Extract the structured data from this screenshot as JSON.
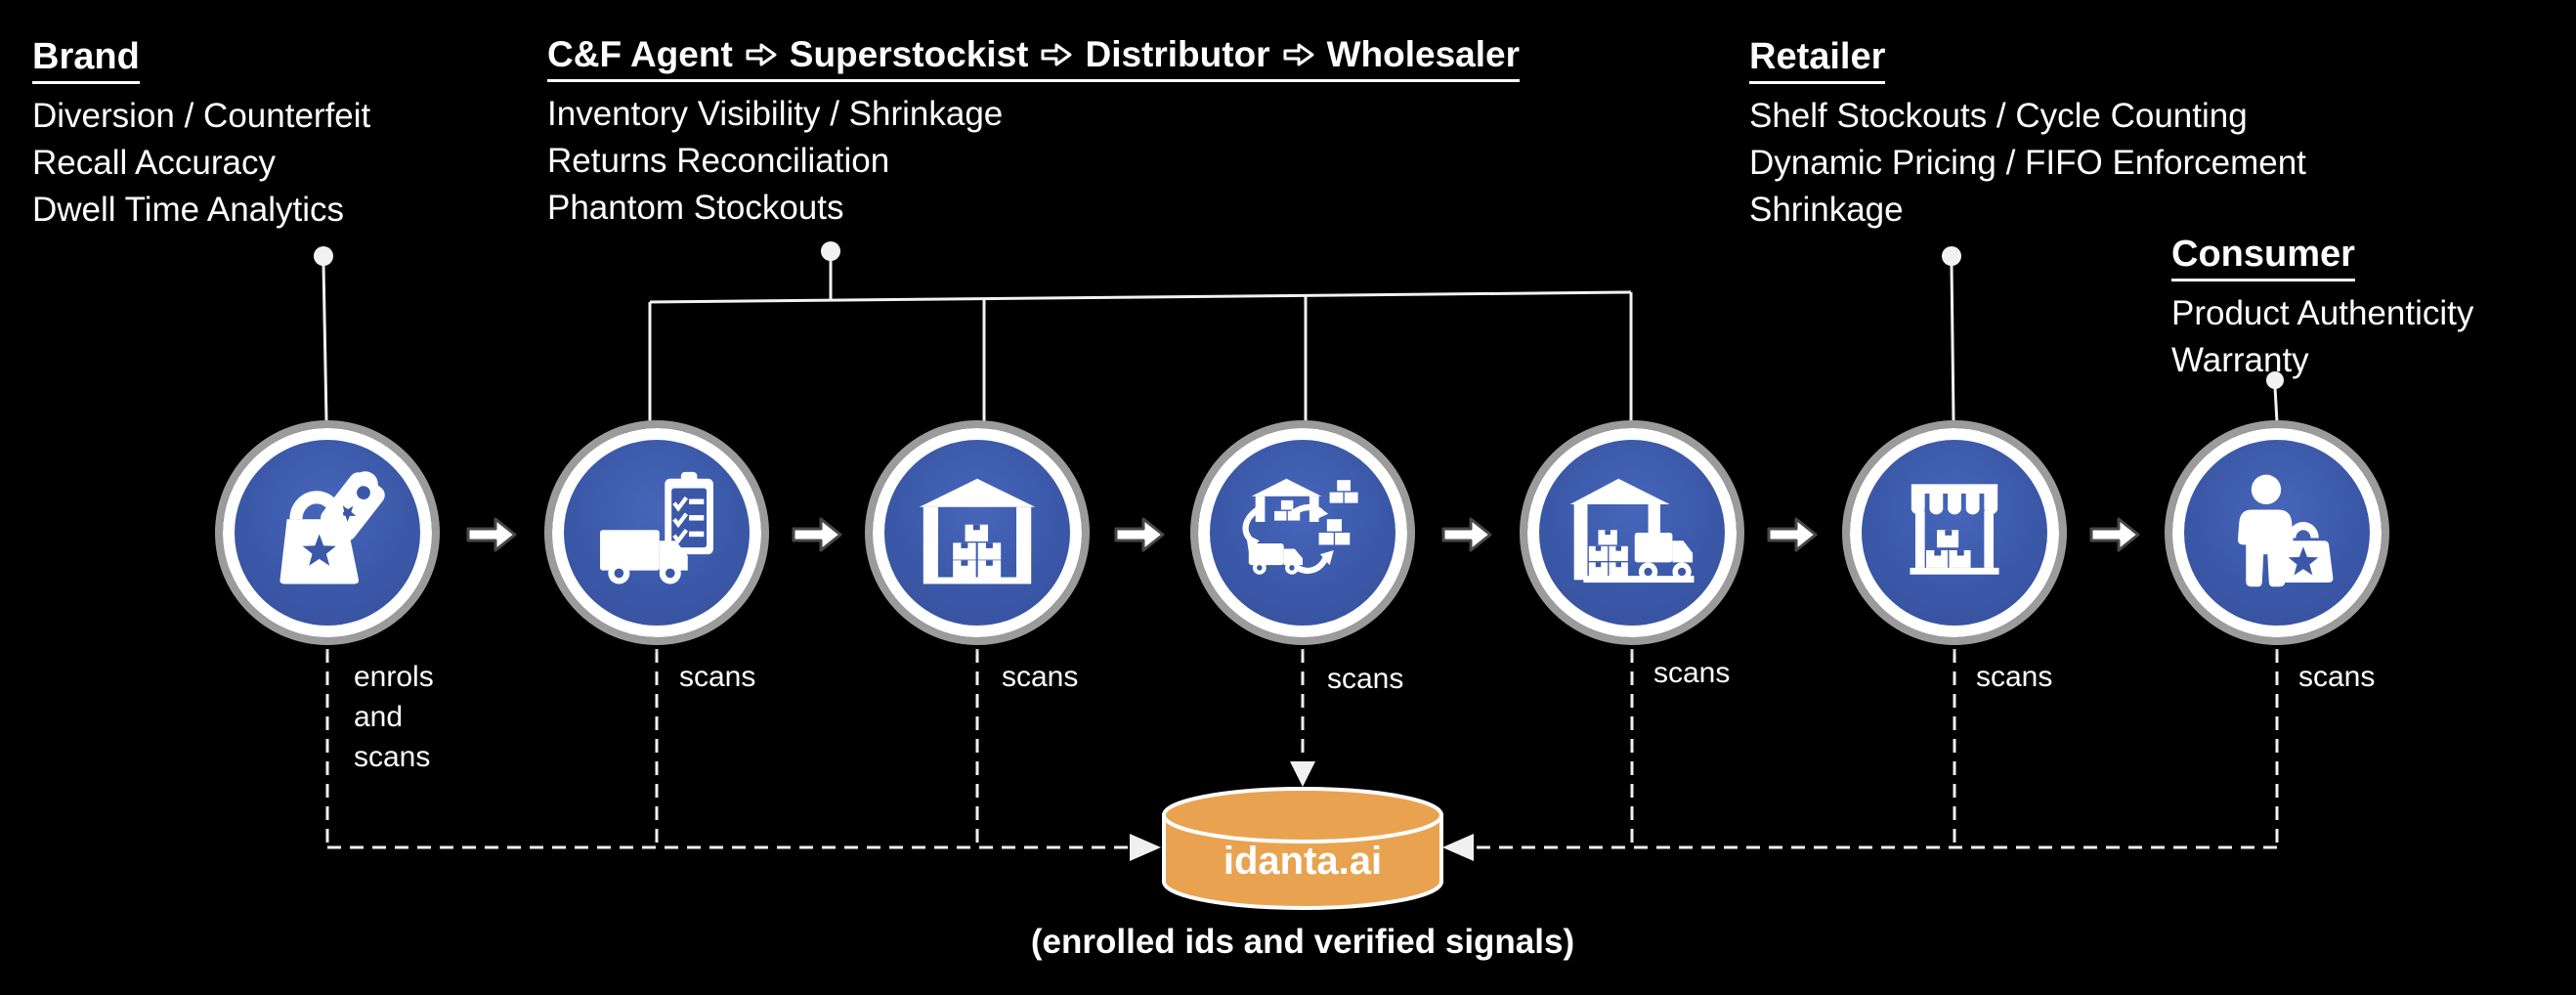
{
  "callouts": {
    "brand": {
      "title": "Brand",
      "lines": [
        "Diversion / Counterfeit",
        "Recall Accuracy",
        "Dwell Time Analytics"
      ]
    },
    "chain": {
      "segments": [
        "C&F Agent",
        "Superstockist",
        "Distributor",
        "Wholesaler"
      ],
      "lines": [
        "Inventory Visibility / Shrinkage",
        "Returns Reconciliation",
        "Phantom Stockouts"
      ]
    },
    "retailer": {
      "title": "Retailer",
      "lines": [
        "Shelf Stockouts / Cycle Counting",
        "Dynamic Pricing / FIFO Enforcement",
        "Shrinkage"
      ]
    },
    "consumer": {
      "title": "Consumer",
      "lines": [
        "Product Authenticity",
        "Warranty"
      ]
    }
  },
  "nodes": [
    {
      "name": "brand",
      "icon": "shopping-bag-tag-icon",
      "action": "enrols\nand\nscans"
    },
    {
      "name": "cf-agent",
      "icon": "truck-checklist-icon",
      "action": "scans"
    },
    {
      "name": "superstockist",
      "icon": "warehouse-boxes-icon",
      "action": "scans"
    },
    {
      "name": "distributor",
      "icon": "distribution-cycle-icon",
      "action": "scans"
    },
    {
      "name": "wholesaler",
      "icon": "warehouse-truck-icon",
      "action": "scans"
    },
    {
      "name": "retailer",
      "icon": "storefront-boxes-icon",
      "action": "scans"
    },
    {
      "name": "consumer",
      "icon": "person-shopping-bag-icon",
      "action": "scans"
    }
  ],
  "database": {
    "label": "idanta.ai",
    "caption": "(enrolled ids and verified signals)"
  },
  "icons": {
    "flow_arrow": "block-arrow-right-icon",
    "chain_arrow": "white-arrow-right-icon"
  },
  "colors": {
    "background": "#000000",
    "node_blue": "#3B58A8",
    "ring_white": "#FFFFFF",
    "ring_silver": "#9B9B9B",
    "db_orange": "#E9A350",
    "connector": "#F2F2F2",
    "text": "#FFFFFF"
  }
}
